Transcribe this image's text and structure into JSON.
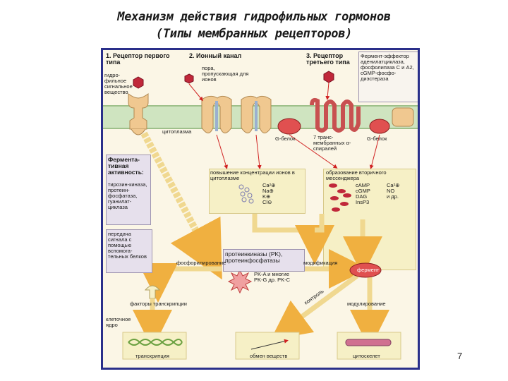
{
  "title": {
    "line1": "Механизм действия гидрофильных гормонов",
    "line2": "(Типы мембранных рецепторов)"
  },
  "receptors": {
    "r1": {
      "num": "1.",
      "label": "Рецептор первого типа"
    },
    "r2": {
      "num": "2.",
      "label": "Ионный канал"
    },
    "r3": {
      "num": "3.",
      "label": "Рецептор третьего типа"
    }
  },
  "labels": {
    "hormone": "гидро-фильное сигнальное вещество",
    "pore": "пора, пропускающая для ионов",
    "effector": "Фермент-эффектор аденилатциклаза, фосфолипаза С и А2, cGMP-фосфо-диэстераза",
    "cytoplasm": "цитоплазма",
    "g_protein_left": "G-белок",
    "g_protein_right": "G-белок",
    "seven_tm": "7 транс-мембранных α-спиралей",
    "enzyme_activity_title": "Фермента-тивная активность:",
    "enzyme_activity_body": "тирозин-киназа, протеин-фосфатаза, гуанилат-циклаза",
    "ion_increase": "повышение концентрации ионов в цитоплазме",
    "second_messenger": "образование вторичного мессенджера",
    "signal_transfer": "передача сигнала с помощью вспомога-тельных белков",
    "protein_kinases": "протеинкиназы (PK), протеинфосфатазы",
    "pk_list": "PK-A и многие PK-G др. PK-C",
    "phosphorylation": "фосфорилирование",
    "modification": "модификация",
    "enzyme": "фермент",
    "transcription_factors": "факторы транскрипции",
    "control": "контроль",
    "modulation": "модулирование",
    "nucleus": "клеточное ядро",
    "transcription": "транскрипция",
    "metabolism": "обмен веществ",
    "cytoskeleton": "цитоскелет"
  },
  "ions": {
    "ca": "Ca²⊕",
    "na": "Na⊕",
    "k": "K⊕",
    "cl": "Cl⊖"
  },
  "messengers": {
    "camp": "cAMP",
    "cgmp": "cGMP",
    "dag": "DAG",
    "ins": "InsP3",
    "ca": "Ca²⊕",
    "no": "NO",
    "etc": "и др."
  },
  "page_number": "7",
  "colors": {
    "frame_border": "#2a2f8a",
    "membrane": "#cfe4c0",
    "cytoplasm_bg": "#fbf6e6",
    "panel_yellow": "#f6f0c6",
    "box_lilac": "#e6e0ec",
    "hormone_red": "#c0283a",
    "receptor_tan": "#f0c890",
    "arrow_orange": "#f0b040",
    "arrow_red": "#d02020"
  }
}
